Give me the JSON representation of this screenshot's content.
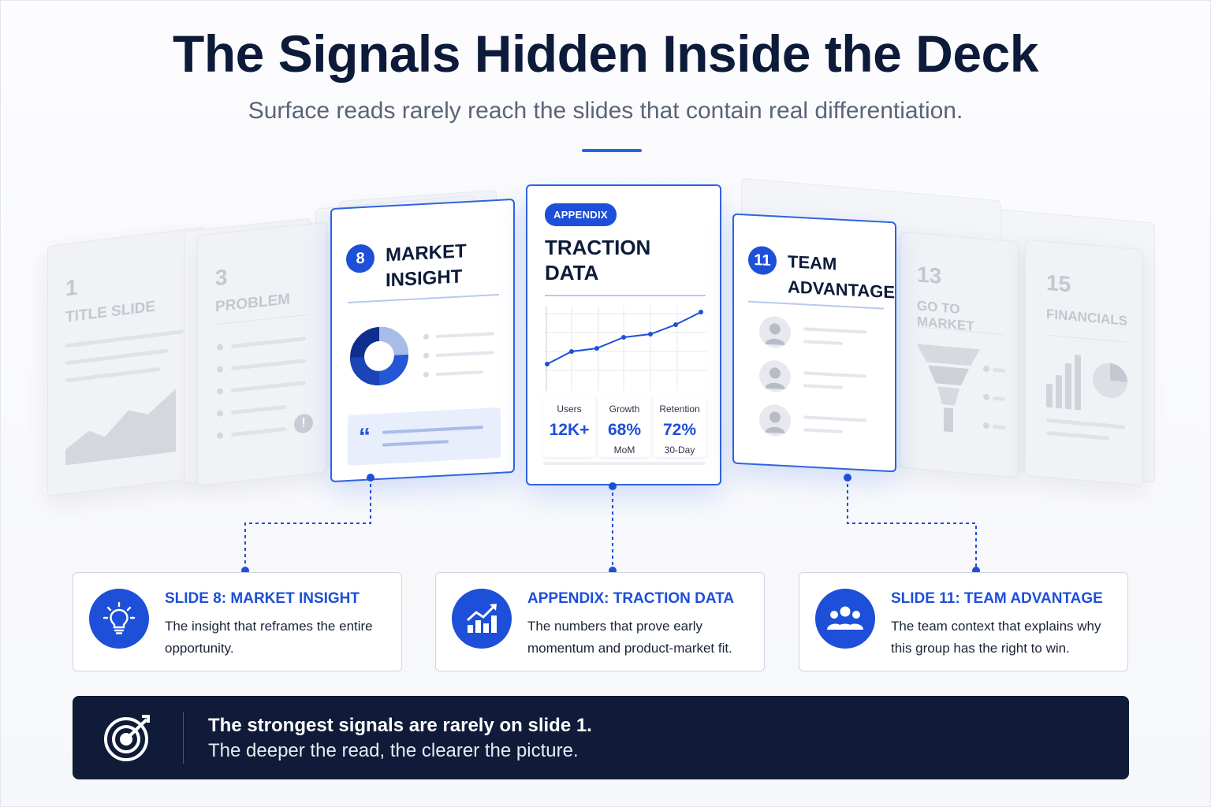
{
  "header": {
    "title": "The Signals Hidden Inside the Deck",
    "subtitle": "Surface reads rarely reach the slides that contain real differentiation."
  },
  "background_slides": [
    {
      "number": "1",
      "label": "TITLE SLIDE"
    },
    {
      "number": "3",
      "label": "PROBLEM"
    },
    {
      "number": "13",
      "label": "GO TO MARKET"
    },
    {
      "number": "15",
      "label": "FINANCIALS"
    }
  ],
  "market_slide": {
    "number": "8",
    "title": "MARKET\nINSIGHT",
    "quote_mark": "“"
  },
  "traction_slide": {
    "badge": "APPENDIX",
    "title": "TRACTION\nDATA",
    "metrics": [
      {
        "label": "Users",
        "value": "12K+",
        "sub": ""
      },
      {
        "label": "Growth",
        "value": "68%",
        "sub": "MoM"
      },
      {
        "label": "Retention",
        "value": "72%",
        "sub": "30-Day"
      }
    ]
  },
  "team_slide": {
    "number": "11",
    "title": "TEAM\nADVANTAGE"
  },
  "cards": [
    {
      "icon": "lightbulb-icon",
      "title": "SLIDE 8: MARKET INSIGHT",
      "text": "The insight that reframes the entire opportunity."
    },
    {
      "icon": "growth-chart-icon",
      "title": "APPENDIX: TRACTION DATA",
      "text": "The numbers that prove early momentum and product-market fit."
    },
    {
      "icon": "team-icon",
      "title": "SLIDE 11: TEAM ADVANTAGE",
      "text": "The team context that explains why this group has the right to win."
    }
  ],
  "banner": {
    "icon": "target-icon",
    "line1": "The strongest signals are rarely on slide 1.",
    "line2": "The deeper the read, the clearer the picture."
  },
  "colors": {
    "accent": "#1d4fd8",
    "navy": "#0f1b38",
    "muted": "#c3c7d0"
  }
}
